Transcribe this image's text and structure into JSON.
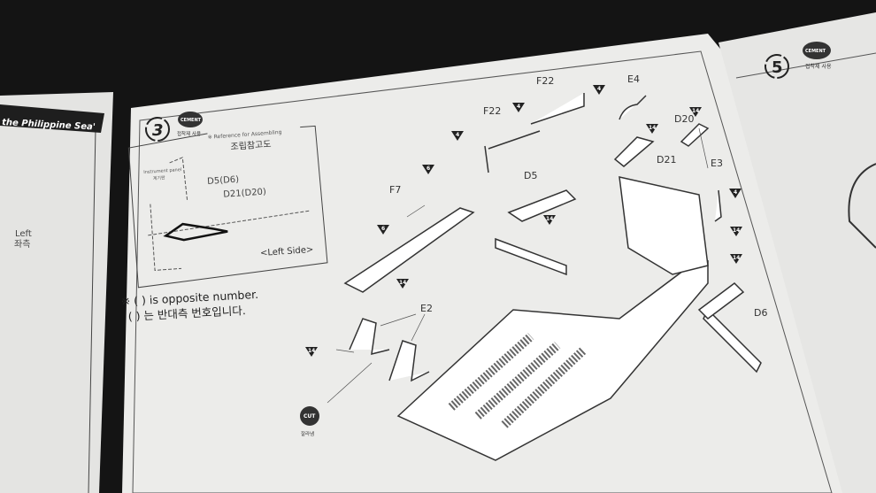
{
  "left_page": {
    "banner": "the Philippine Sea'",
    "side_label_en": "Left",
    "side_label_ko": "좌측"
  },
  "step3": {
    "number": "3",
    "cement_badge": "CEMENT",
    "cement_ko": "접착제 사용",
    "reference_en": "※ Reference for Assembling",
    "reference_ko": "조립참고도",
    "instrument_panel_en": "Instrument panel",
    "instrument_panel_ko": "계기판",
    "callout_d5": "D5(D6)",
    "callout_d21": "D21(D20)",
    "side": "<Left Side>",
    "note_en": "※ ( ) is opposite number.",
    "note_ko": "( ) 는 반대측 번호입니다.",
    "cut_badge": "CUT",
    "cut_ko": "잘라냄"
  },
  "parts": {
    "f22_a": "F22",
    "f22_b": "F22",
    "e4": "E4",
    "d20": "D20",
    "d21": "D21",
    "d5": "D5",
    "e3": "E3",
    "f7": "F7",
    "e2": "E2",
    "d6": "D6"
  },
  "cement_marks": [
    "4",
    "4",
    "4",
    "6",
    "6",
    "14",
    "14",
    "14",
    "14",
    "14",
    "4",
    "14",
    "14"
  ],
  "step5": {
    "number": "5",
    "cement_badge": "CEMENT",
    "cement_ko": "접착제 사용"
  }
}
